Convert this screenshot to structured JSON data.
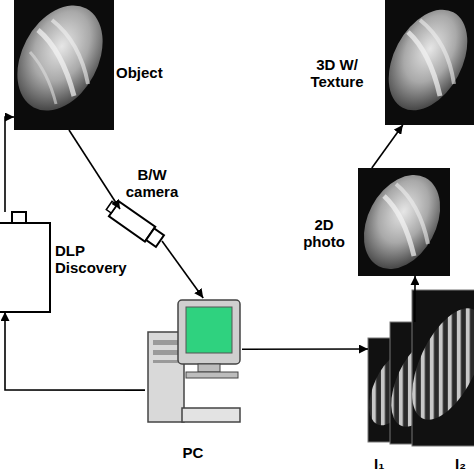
{
  "diagram": {
    "nodes": [
      {
        "text": [
          "Object"
        ]
      },
      {
        "text": [
          "DLP Discovery"
        ]
      },
      {
        "text": [
          "B/W camera"
        ]
      },
      {
        "text": [
          "PC"
        ]
      },
      {
        "text": [
          "I₁"
        ]
      },
      {
        "text": [
          "I₂"
        ]
      },
      {
        "text": [
          "2D photo"
        ]
      },
      {
        "text": [
          "3D W/ Texture"
        ]
      }
    ],
    "edges": [
      {
        "from": 1,
        "to": 0,
        "arrow": "to"
      },
      {
        "from": 0,
        "to": 2,
        "arrow": "to"
      },
      {
        "from": 2,
        "to": 3,
        "arrow": "to"
      },
      {
        "from": 3,
        "to": 1,
        "arrow": "to"
      },
      {
        "from": 3,
        "to": 4,
        "arrow": "to"
      },
      {
        "from": 5,
        "to": 6,
        "arrow": "to"
      },
      {
        "from": 6,
        "to": 7,
        "arrow": "to"
      }
    ]
  }
}
